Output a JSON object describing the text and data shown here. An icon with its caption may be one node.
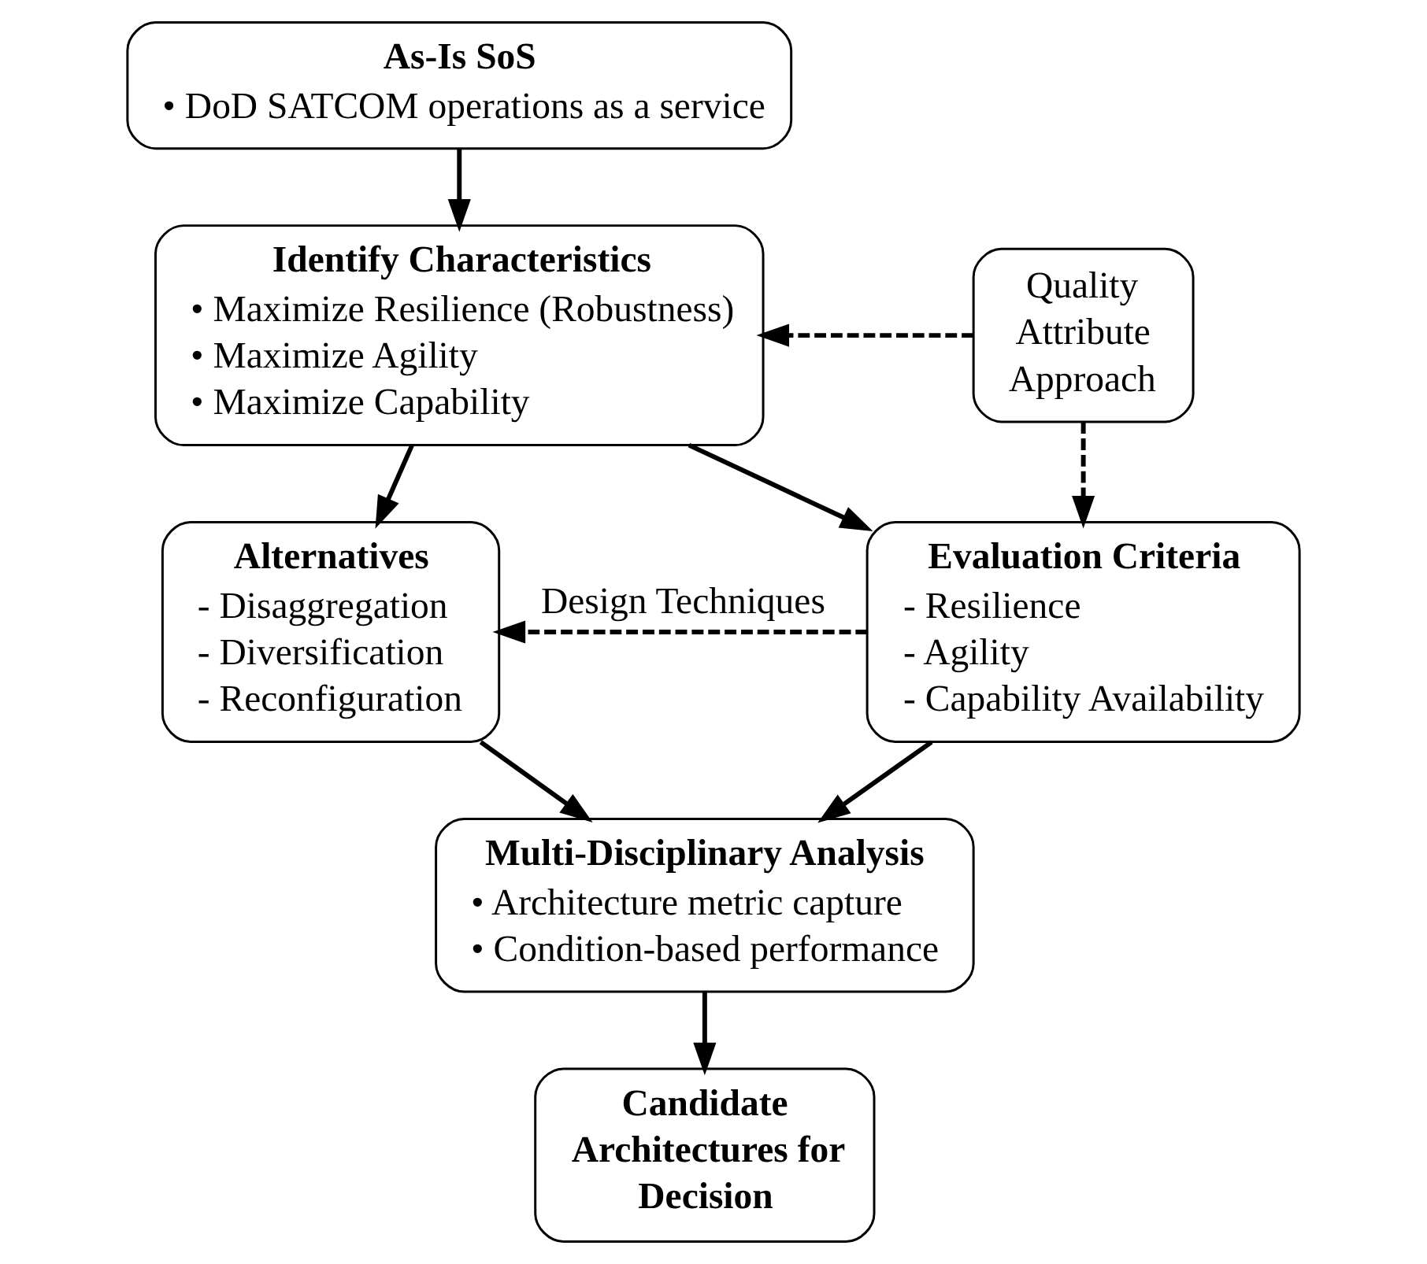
{
  "diagram": {
    "nodes": [
      {
        "text": [
          "As-Is SoS",
          "• DoD SATCOM operations as a service"
        ]
      },
      {
        "text": [
          "Identify Characteristics",
          "• Maximize Resilience (Robustness)",
          "• Maximize Agility",
          "• Maximize Capability"
        ]
      },
      {
        "text": [
          "Quality Attribute Approach"
        ]
      },
      {
        "text": [
          "Alternatives",
          "- Disaggregation",
          "- Diversification",
          "- Reconfiguration"
        ]
      },
      {
        "text": [
          "Evaluation Criteria",
          "- Resilience",
          "- Agility",
          "- Capability Availability"
        ]
      },
      {
        "text": [
          "Multi-Disciplinary Analysis",
          "• Architecture metric capture",
          "• Condition-based performance"
        ]
      },
      {
        "text": [
          "Candidate Architectures for Decision"
        ]
      }
    ],
    "edges": [
      {
        "from": 0,
        "to": 1,
        "arrow": "to"
      },
      {
        "from": 2,
        "to": 1,
        "arrow": "to",
        "style": "dashed"
      },
      {
        "from": 1,
        "to": 3,
        "arrow": "to"
      },
      {
        "from": 1,
        "to": 4,
        "arrow": "to"
      },
      {
        "from": 2,
        "to": 4,
        "arrow": "to",
        "style": "dashed"
      },
      {
        "from": 4,
        "to": 3,
        "arrow": "to",
        "style": "dashed",
        "label": "Design Techniques"
      },
      {
        "from": 3,
        "to": 5,
        "arrow": "to"
      },
      {
        "from": 4,
        "to": 5,
        "arrow": "to"
      },
      {
        "from": 5,
        "to": 6,
        "arrow": "to"
      }
    ]
  }
}
